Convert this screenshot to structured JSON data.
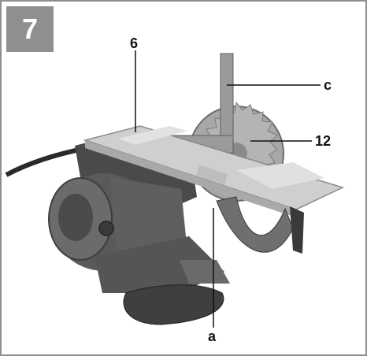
{
  "figure": {
    "number": "7"
  },
  "callouts": {
    "label_6": "6",
    "label_c": "c",
    "label_12": "12",
    "label_a": "a"
  },
  "colors": {
    "frame": "#8f8f8f",
    "motor_gray": "#5a5a5a",
    "plate_silver": "#c9c9c9",
    "blade_steel": "#a7a7a7"
  },
  "icons": [
    "circular-saw-photo"
  ]
}
